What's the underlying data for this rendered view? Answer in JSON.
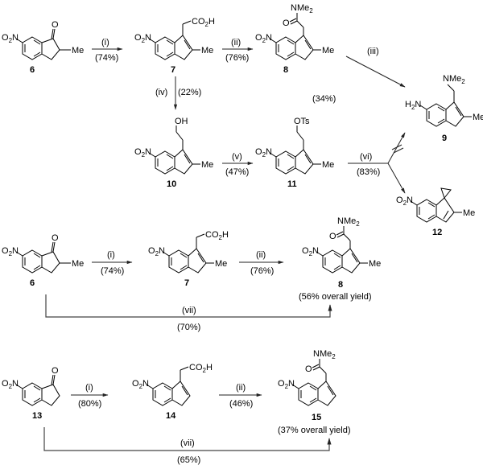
{
  "title": "Synthesis of nitro-indene derivatives",
  "colors": {
    "ink": "#000000",
    "arrow": "#222222",
    "background": "#ffffff"
  },
  "groups": {
    "nitro": "O2N",
    "amino": "H2N",
    "methyl": "Me",
    "carbonyl_o": "O",
    "acid": "CO2H",
    "amide_n": "NMe2",
    "hydroxyl": "OH",
    "tosylate": "OTs"
  },
  "compounds": {
    "c6": "6",
    "c7": "7",
    "c8": "8",
    "c9": "9",
    "c10": "10",
    "c11": "11",
    "c12": "12",
    "c13": "13",
    "c14": "14",
    "c15": "15"
  },
  "scheme1": {
    "steps": [
      {
        "reagent": "(i)",
        "yield": "(74%)"
      },
      {
        "reagent": "(ii)",
        "yield": "(76%)"
      },
      {
        "reagent": "(iii)",
        "yield": "(34%)"
      },
      {
        "reagent": "(iv)",
        "yield": "(22%)"
      },
      {
        "reagent": "(v)",
        "yield": "(47%)"
      },
      {
        "reagent": "(vi)",
        "yield": "(83%)"
      }
    ]
  },
  "scheme2": {
    "steps": [
      {
        "reagent": "(i)",
        "yield": "(74%)"
      },
      {
        "reagent": "(ii)",
        "yield": "(76%)"
      },
      {
        "reagent": "(vii)",
        "yield": "(70%)"
      }
    ],
    "overall": "(56% overall yield)"
  },
  "scheme3": {
    "steps": [
      {
        "reagent": "(i)",
        "yield": "(80%)"
      },
      {
        "reagent": "(ii)",
        "yield": "(46%)"
      },
      {
        "reagent": "(vii)",
        "yield": "(65%)"
      }
    ],
    "overall": "(37% overall yield)"
  }
}
